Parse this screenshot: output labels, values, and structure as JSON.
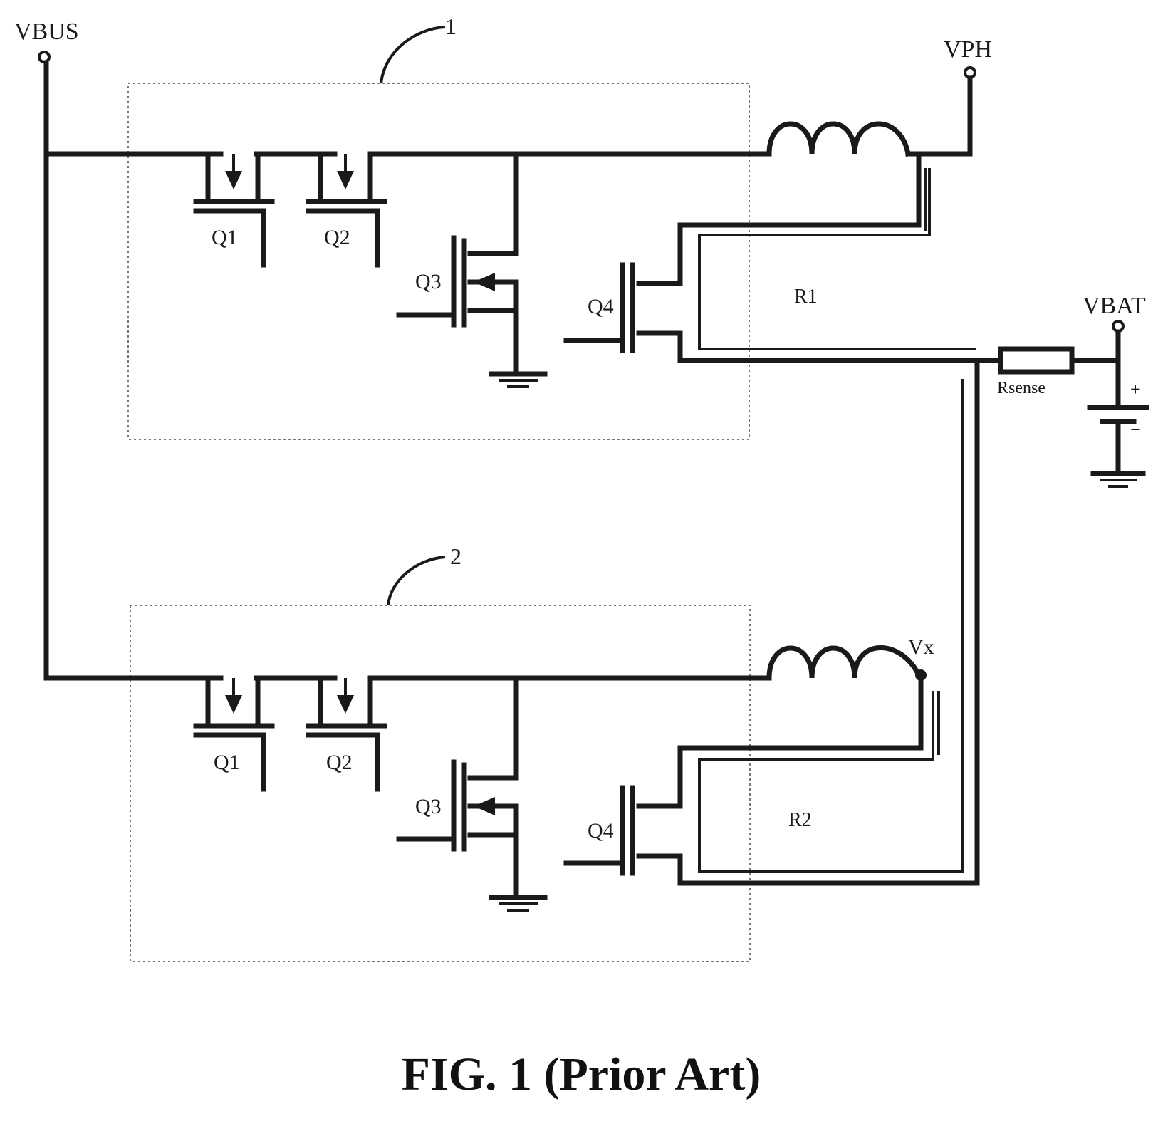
{
  "labels": {
    "vbus": "VBUS",
    "vph": "VPH",
    "vbat": "VBAT",
    "block1": "1",
    "block2": "2",
    "q1_top": "Q1",
    "q2_top": "Q2",
    "q3_top": "Q3",
    "q4_top": "Q4",
    "q1_bot": "Q1",
    "q2_bot": "Q2",
    "q3_bot": "Q3",
    "q4_bot": "Q4",
    "r1": "R1",
    "r2": "R2",
    "vx": "Vx",
    "rsense": "Rsense",
    "plus": "+",
    "minus": "−"
  },
  "caption": "FIG. 1 (Prior Art)"
}
